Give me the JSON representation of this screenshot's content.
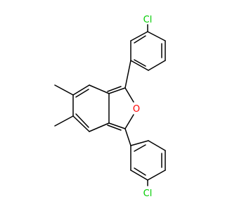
{
  "molecule": {
    "atoms": {
      "chlorine_top": "Cl",
      "oxygen": "O",
      "chlorine_bottom": "Cl"
    },
    "colors": {
      "bond": "#000000",
      "background": "#ffffff",
      "oxygen": "#ff0000",
      "chlorine": "#00cc00"
    }
  }
}
